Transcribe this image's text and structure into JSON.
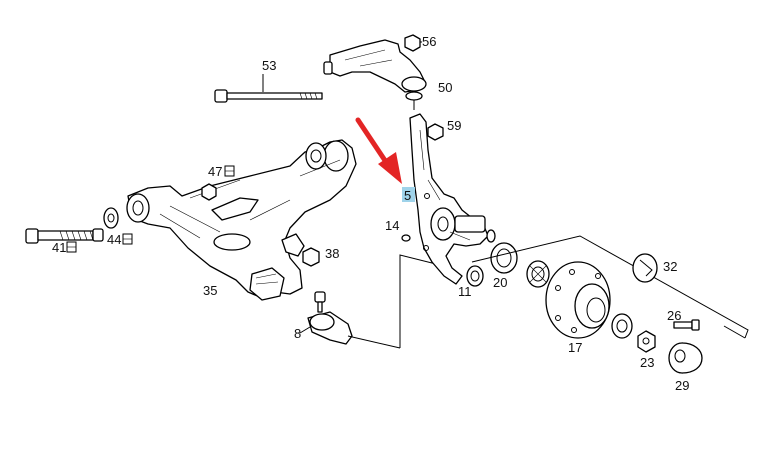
{
  "labels": {
    "p53": "53",
    "p56": "56",
    "p50": "50",
    "p59": "59",
    "p47": "47",
    "p5": "5",
    "p14": "14",
    "p38": "38",
    "p41": "41",
    "p44": "44",
    "p35": "35",
    "p8": "8",
    "p11": "11",
    "p20": "20",
    "p32": "32",
    "p17": "17",
    "p26": "26",
    "p23": "23",
    "p29": "29"
  },
  "colors": {
    "arrow": "#e32525",
    "highlight": "#9fd3ea",
    "line": "#000000"
  },
  "icons": {
    "pointer": "red-arrow-icon",
    "bracket": "square-bracket-icon"
  }
}
